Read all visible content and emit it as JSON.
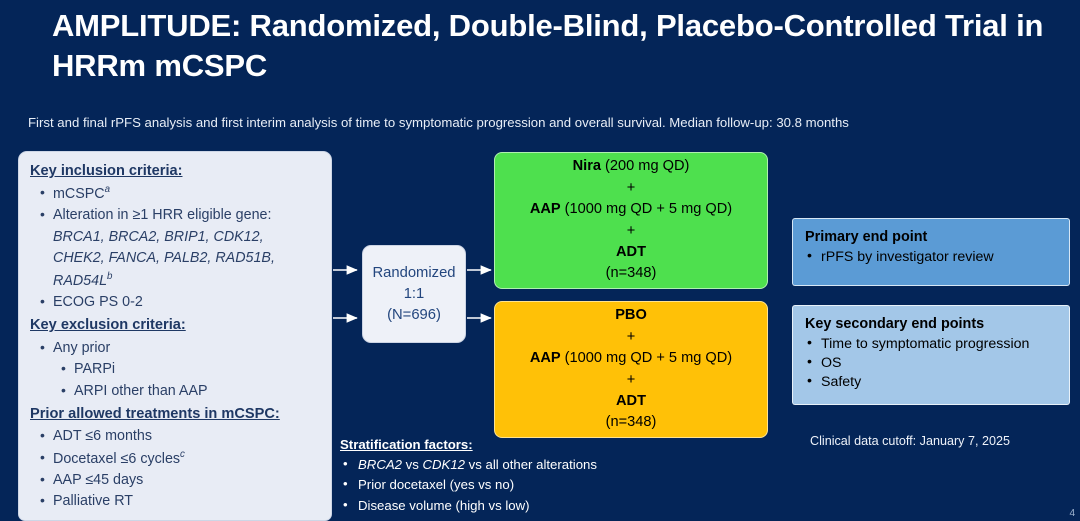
{
  "slide": {
    "title": "AMPLITUDE: Randomized, Double-Blind, Placebo-Controlled Trial in HRRm mCSPC",
    "subtitle": "First and final rPFS analysis and first interim analysis of time to symptomatic progression and overall survival. Median follow-up: 30.8 months",
    "page_number": "4",
    "data_cutoff": "Clinical data cutoff: January 7, 2025"
  },
  "colors": {
    "background": "#042558",
    "criteria_panel": "#e8ecf5",
    "criteria_text": "#1f3864",
    "randomized_panel": "#eef1f8",
    "arm_nira": "#4ee04e",
    "arm_pbo": "#ffc107",
    "primary_endpoint": "#5b9bd5",
    "secondary_endpoint": "#a3c7e8",
    "title_text": "#ffffff"
  },
  "criteria": {
    "inclusion_heading": "Key inclusion criteria:",
    "inclusion_items": [
      "mCSPC",
      "Alteration in ≥1 HRR eligible gene:",
      "BRCA1, BRCA2, BRIP1, CDK12,",
      "CHEK2, FANCA, PALB2, RAD51B,",
      "RAD54L",
      "ECOG PS 0-2"
    ],
    "inclusion_sup_a": "a",
    "inclusion_sup_b": "b",
    "exclusion_heading": "Key exclusion criteria:",
    "exclusion_items": [
      "Any prior",
      "PARPi",
      "ARPI other than AAP"
    ],
    "prior_heading": "Prior allowed treatments in mCSPC:",
    "prior_sup_c": "c",
    "prior_items": [
      "ADT ≤6 months",
      "Docetaxel ≤6 cycles",
      "AAP ≤45 days",
      "Palliative RT"
    ]
  },
  "randomization": {
    "line1": "Randomized",
    "line2": "1:1",
    "line3": "(N=696)"
  },
  "arms": [
    {
      "id": "nira",
      "drug": "Nira",
      "drug_dose": " (200 mg QD)",
      "plus1": "+",
      "combo": "AAP",
      "combo_dose": " (1000 mg QD + 5 mg QD)",
      "plus2": "+",
      "backbone": "ADT",
      "count": "(n=348)"
    },
    {
      "id": "pbo",
      "drug": "PBO",
      "drug_dose": "",
      "plus1": "+",
      "combo": "AAP",
      "combo_dose": " (1000 mg QD + 5 mg QD)",
      "plus2": "+",
      "backbone": "ADT",
      "count": "(n=348)"
    }
  ],
  "endpoints": {
    "primary_title": "Primary end point",
    "primary_items": [
      "rPFS by investigator review"
    ],
    "secondary_title": "Key secondary end points",
    "secondary_items": [
      "Time to symptomatic progression",
      "OS",
      "Safety"
    ]
  },
  "stratification": {
    "title": "Stratification factors:",
    "items_pre": [
      "",
      "Prior docetaxel (yes vs no)",
      "Disease volume (high vs low)"
    ],
    "item1_gene1": "BRCA2",
    "item1_mid": " vs ",
    "item1_gene2": "CDK12",
    "item1_tail": " vs all other alterations",
    "item2": "Prior docetaxel (yes vs no)",
    "item3": "Disease volume (high vs low)"
  }
}
